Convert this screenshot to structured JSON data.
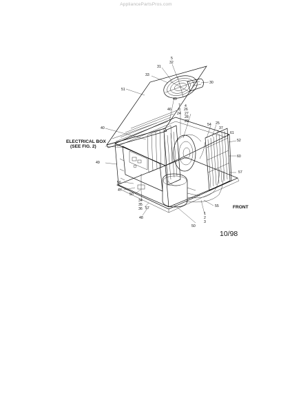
{
  "watermark": "AppliancePartsPros.com",
  "labels": {
    "electrical_box_1": "ELECTRICAL BOX",
    "electrical_box_2": "(SEE FIG. 2)",
    "front": "FRONT",
    "date": "10/98"
  },
  "callouts": {
    "c5": "5",
    "c32": "32",
    "c31": "31",
    "c33": "33",
    "c30": "30",
    "c51_top": "51",
    "c49_top": "49",
    "c7": "7",
    "c4": "4",
    "c8": "8",
    "c26": "26",
    "c24": "24",
    "c27": "27",
    "c28": "28",
    "c29": "29",
    "c46": "46",
    "c40": "40",
    "c54": "54",
    "c25": "25",
    "c37": "37",
    "c61": "61",
    "c52": "52",
    "c60": "60",
    "c49_left": "49",
    "c57_right": "57",
    "c56": "56",
    "c47": "47",
    "c50_left": "50",
    "c34": "34",
    "c35": "35",
    "c36": "36",
    "c57_left": "57",
    "c48": "48",
    "c55": "55",
    "c1": "1",
    "c2": "2",
    "c3": "3",
    "c50_bottom": "50"
  }
}
